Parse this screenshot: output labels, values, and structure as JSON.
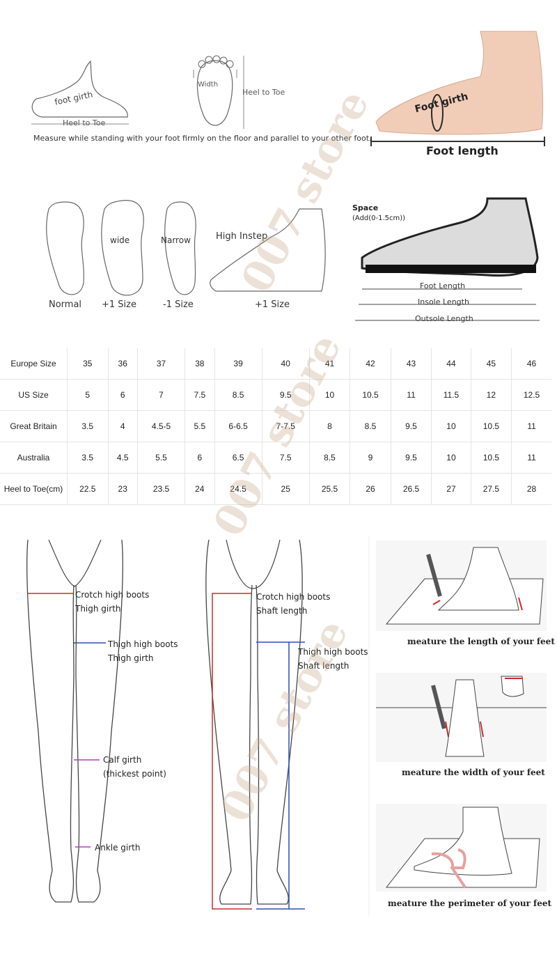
{
  "foot_top": {
    "foot_girth": "foot girth",
    "heel_to_toe": "Heel to Toe",
    "width": "Width",
    "heel_to_toe_2": "Heel to Toe",
    "instruction": "Measure while standing with your foot firmly on the floor and parallel to your other foot.",
    "foot_girth_big": "Foot girth",
    "foot_length": "Foot length"
  },
  "foot_types": {
    "normal": "Normal",
    "wide_word": "wide",
    "wide_size": "+1 Size",
    "narrow_word": "Narrow",
    "narrow_size": "-1 Size",
    "high_instep": "High Instep",
    "high_instep_size": "+1 Size"
  },
  "shoe": {
    "space": "Space",
    "space_add": "(Add(0-1.5cm))",
    "foot_length": "Foot Length",
    "insole_length": "Insole Length",
    "outsole_length": "Outsole Length"
  },
  "size_table": {
    "rows": [
      {
        "label": "Europe Size",
        "values": [
          "35",
          "36",
          "37",
          "38",
          "39",
          "40",
          "41",
          "42",
          "43",
          "44",
          "45",
          "46"
        ]
      },
      {
        "label": "US Size",
        "values": [
          "5",
          "6",
          "7",
          "7.5",
          "8.5",
          "9.5",
          "10",
          "10.5",
          "11",
          "11.5",
          "12",
          "12.5"
        ]
      },
      {
        "label": "Great Britain",
        "values": [
          "3.5",
          "4",
          "4.5-5",
          "5.5",
          "6-6.5",
          "7-7.5",
          "8",
          "8.5",
          "9.5",
          "10",
          "10.5",
          "11"
        ]
      },
      {
        "label": "Australia",
        "values": [
          "3.5",
          "4.5",
          "5.5",
          "6",
          "6.5",
          "7.5",
          "8.5",
          "9",
          "9.5",
          "10",
          "10.5",
          "11"
        ]
      },
      {
        "label": "Heel to Toe(cm)",
        "values": [
          "22.5",
          "23",
          "23.5",
          "24",
          "24.5",
          "25",
          "25.5",
          "26",
          "26.5",
          "27",
          "27.5",
          "28"
        ]
      }
    ]
  },
  "legs_front": {
    "crotch1": "Crotch high boots",
    "crotch2": "Thigh girth",
    "thigh1": "Thigh high boots",
    "thigh2": "Thigh girth",
    "calf1": "Calf girth",
    "calf2": "(thickest point)",
    "ankle": "Ankle girth"
  },
  "legs_back": {
    "crotch1": "Crotch high boots",
    "crotch2": "Shaft length",
    "thigh1": "Thigh high boots",
    "thigh2": "Shaft length"
  },
  "measure_steps": {
    "length": "meature the length of your feet",
    "width": "meature the width of your feet",
    "perimeter": "meature the perimeter of your feet"
  },
  "watermark": "007 store",
  "colors": {
    "red": "#cc2b2b",
    "blue": "#2d4fb0",
    "purple": "#b040b8",
    "table_line": "#e4e4e4"
  }
}
